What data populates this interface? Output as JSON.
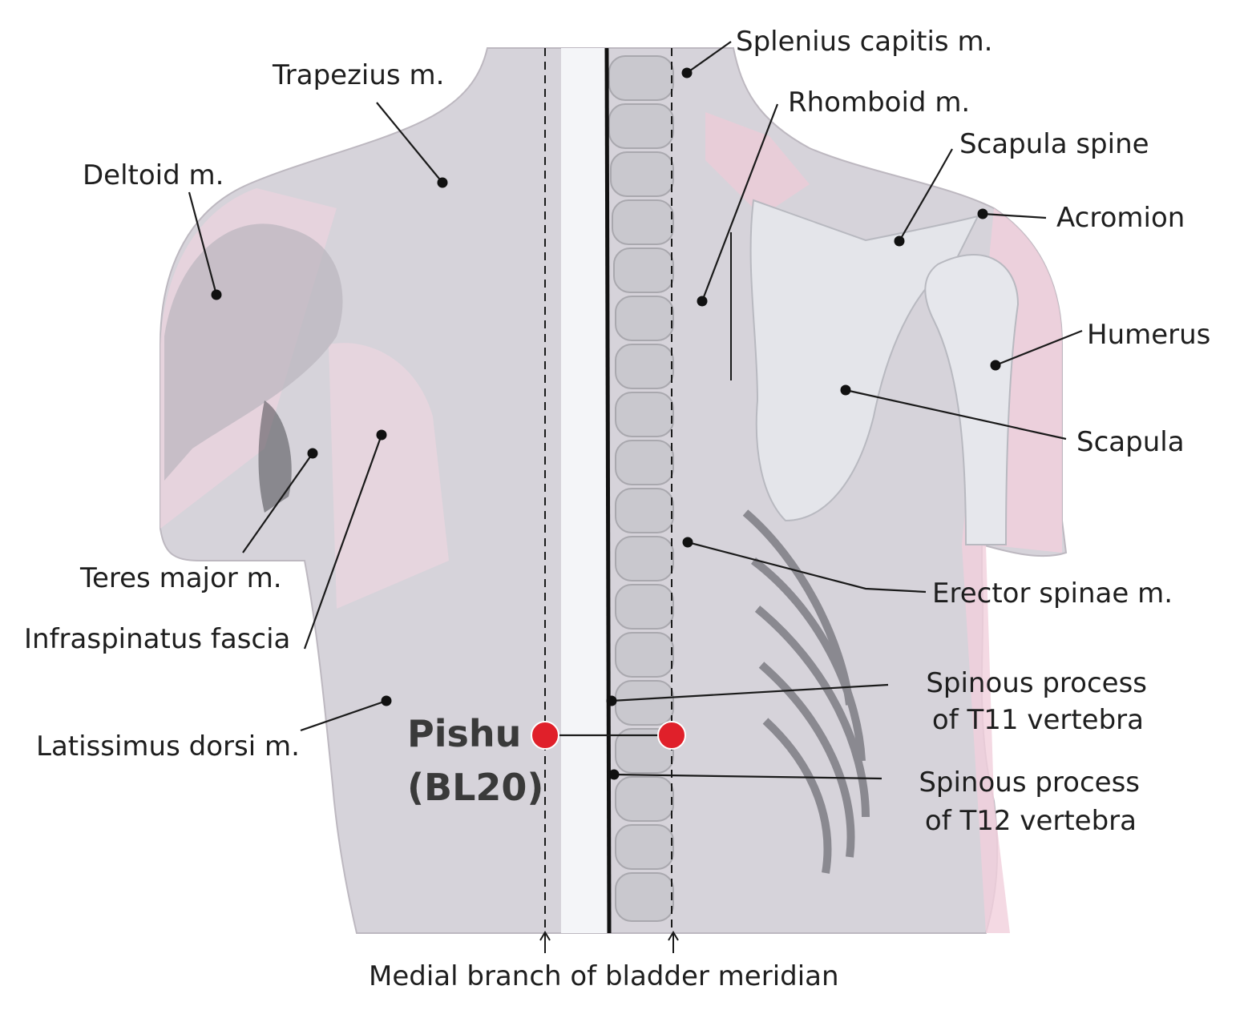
{
  "labels": {
    "splenius": "Splenius capitis m.",
    "trapezius": "Trapezius m.",
    "rhomboid": "Rhomboid m.",
    "deltoid": "Deltoid m.",
    "scapula_spine": "Scapula spine",
    "acromion": "Acromion",
    "humerus": "Humerus",
    "scapula": "Scapula",
    "teres_major": "Teres major m.",
    "infraspinatus": "Infraspinatus fascia",
    "erector": "Erector spinae m.",
    "latissimus": "Latissimus dorsi m.",
    "t11_line1": "Spinous process",
    "t11_line2": "of T11 vertebra",
    "t12_line1": "Spinous process",
    "t12_line2": "of T12 vertebra",
    "meridian": "Medial branch of bladder meridian"
  },
  "acupoint": {
    "name": "Pishu",
    "code": "(BL20)",
    "marker_color": "#e0202a"
  },
  "colors": {
    "leader_line": "#1a1a1a",
    "body_tint": "#f2d6e0",
    "muscle_gray": "#c7c4cb",
    "bone": "#e9eaee"
  }
}
